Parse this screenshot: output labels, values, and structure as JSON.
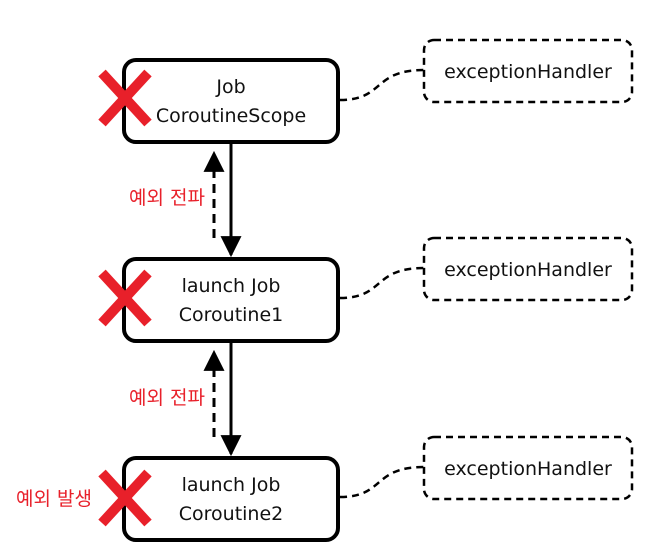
{
  "colors": {
    "accent_red": "#e8202a",
    "stroke": "#000000",
    "background": "#ffffff"
  },
  "nodes": [
    {
      "line1": "Job",
      "line2": "CoroutineScope",
      "marker": "cross-icon",
      "handler": "exceptionHandler"
    },
    {
      "line1": "launch Job",
      "line2": "Coroutine1",
      "marker": "cross-icon",
      "handler": "exceptionHandler"
    },
    {
      "line1": "launch Job",
      "line2": "Coroutine2",
      "marker": "cross-icon",
      "handler": "exceptionHandler"
    }
  ],
  "propagation_labels": [
    "예외 전파",
    "예외 전파"
  ],
  "origin_label": "예외 발생"
}
